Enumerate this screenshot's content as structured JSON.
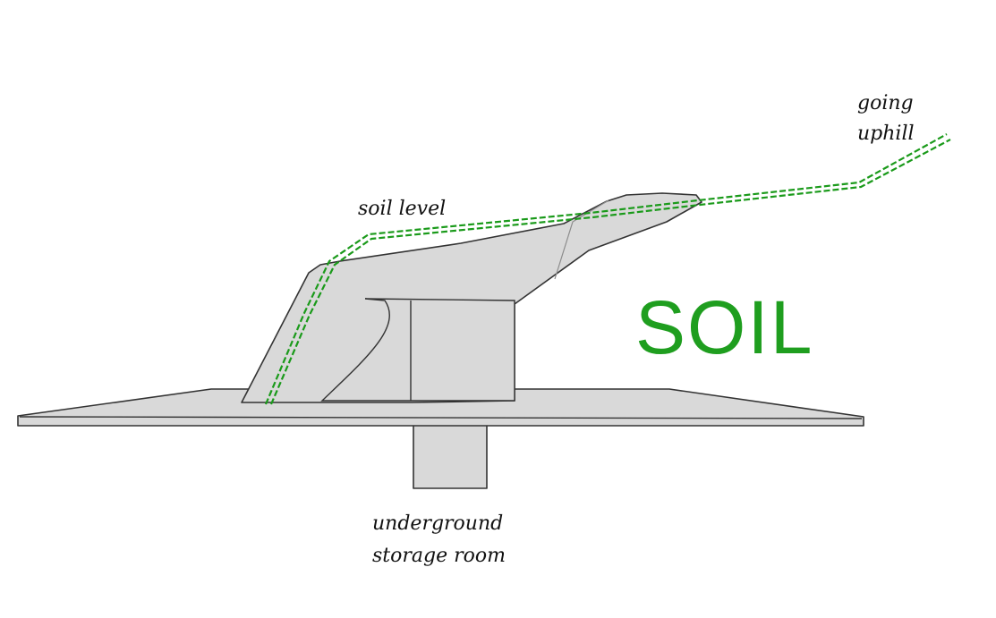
{
  "labels": {
    "soil_level": "soil level",
    "going_uphill_line1": "going",
    "going_uphill_line2": "uphill",
    "soil": "SOIL",
    "storage_line1": "underground",
    "storage_line2": "storage room"
  },
  "colors": {
    "soil_line": "#1a9a1a",
    "soil_text": "#1f9e1f",
    "structure_fill": "#d9d9d9",
    "outline": "#333333"
  }
}
